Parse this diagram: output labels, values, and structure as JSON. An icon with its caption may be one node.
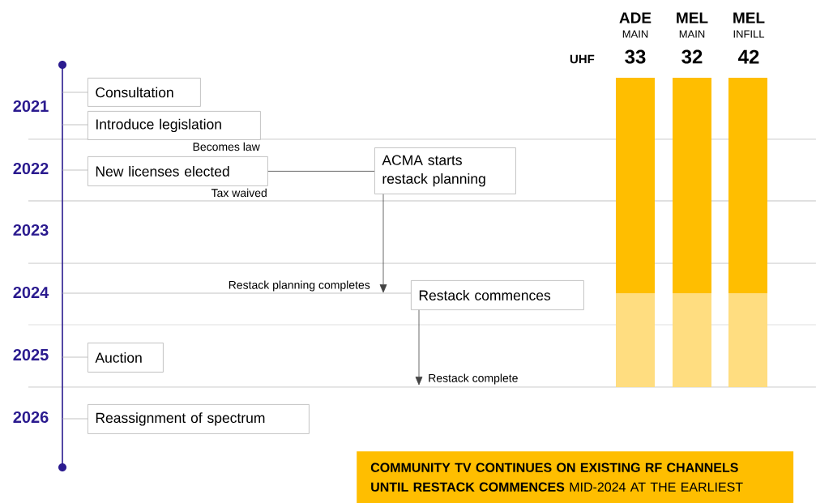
{
  "diagram": {
    "nodes": [
      {
        "text": [
          "Consultation"
        ]
      },
      {
        "text": [
          "Introduce legislation"
        ],
        "beside": [
          "Becomes law"
        ]
      },
      {
        "text": [
          "New licenses elected"
        ],
        "beside": [
          "Tax waived"
        ]
      },
      {
        "text": [
          "ACMA starts restack planning"
        ]
      },
      {
        "text": [
          "Restack commences"
        ]
      },
      {
        "text": [
          "Auction"
        ]
      },
      {
        "text": [
          "Reassignment of spectrum"
        ]
      },
      {
        "text": [
          "**COMMUNITY TV CONTINUES ON EXISTING RF CHANNELS UNTIL RESTACK COMMENCES** MID-2024 AT THE EARLIEST"
        ]
      }
    ],
    "edges": [
      {
        "from": 2,
        "to": 3,
        "arrow": "none"
      },
      {
        "from": 3,
        "to": null,
        "arrow": "to",
        "label": "Restack planning completes"
      },
      {
        "from": 4,
        "to": null,
        "arrow": "to",
        "label": "Restack complete"
      }
    ],
    "labels": [
      "ADE",
      "MEL",
      "MEL",
      "MAIN",
      "MAIN",
      "INFILL",
      "UHF",
      "33",
      "32",
      "42",
      "2021",
      "2022",
      "2023",
      "2024",
      "2025",
      "2026"
    ]
  }
}
